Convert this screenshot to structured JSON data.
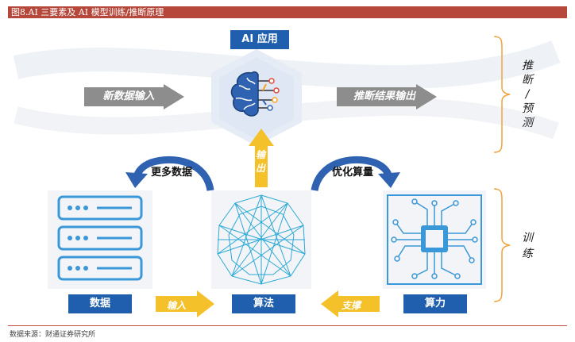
{
  "header": {
    "title": "图8.AI 三要素及 AI 模型训练/推断原理"
  },
  "top": {
    "ai_app_label": "AI 应用",
    "new_data_input": "新数据输入",
    "inference_output": "推断结果输出"
  },
  "output_arrow": {
    "chars": [
      "输",
      "出"
    ]
  },
  "curves": {
    "left_label": "更多数据",
    "right_label": "优化算量"
  },
  "bottom": {
    "data_label": "数据",
    "algorithm_label": "算法",
    "compute_label": "算力",
    "input_arrow": "输入",
    "support_arrow": "支撑"
  },
  "side": {
    "inference_chars": [
      "推",
      "断",
      "/",
      "预",
      "测"
    ],
    "training_chars": [
      "训",
      "练"
    ]
  },
  "colors": {
    "header": "#b5483b",
    "box_blue": "#1f5fae",
    "gold": "#f5c12a",
    "gray_arrow": "#8d8d8d",
    "curve_blue": "#2f62b0",
    "bracket": "#f0a33a"
  },
  "footer": {
    "source": "数据来源：财通证券研究所"
  }
}
